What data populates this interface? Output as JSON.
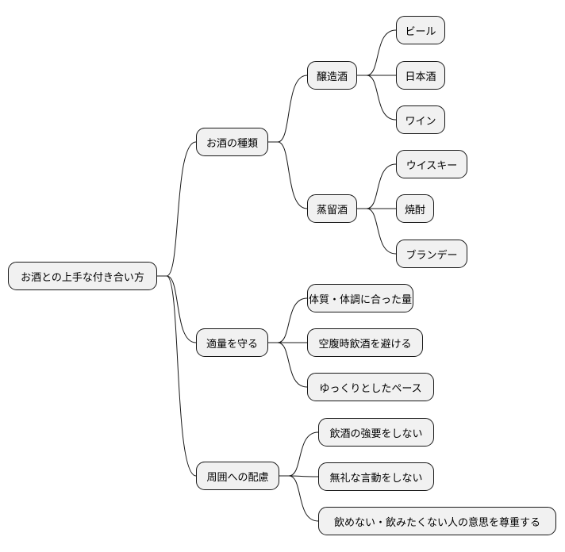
{
  "root": {
    "label": "お酒との上手な付き合い方"
  },
  "branches": [
    {
      "label": "お酒の種類",
      "children": [
        {
          "label": "醸造酒",
          "children": [
            {
              "label": "ビール"
            },
            {
              "label": "日本酒"
            },
            {
              "label": "ワイン"
            }
          ]
        },
        {
          "label": "蒸留酒",
          "children": [
            {
              "label": "ウイスキー"
            },
            {
              "label": "焼酎"
            },
            {
              "label": "ブランデー"
            }
          ]
        }
      ]
    },
    {
      "label": "適量を守る",
      "children": [
        {
          "label": "体質・体調に合った量"
        },
        {
          "label": "空腹時飲酒を避ける"
        },
        {
          "label": "ゆっくりとしたペース"
        }
      ]
    },
    {
      "label": "周囲への配慮",
      "children": [
        {
          "label": "飲酒の強要をしない"
        },
        {
          "label": "無礼な言動をしない"
        },
        {
          "label": "飲めない・飲みたくない人の意思を尊重する"
        }
      ]
    }
  ],
  "colors": {
    "node_fill": "#f1f1f1",
    "node_border": "#181818",
    "edge": "#181818"
  }
}
